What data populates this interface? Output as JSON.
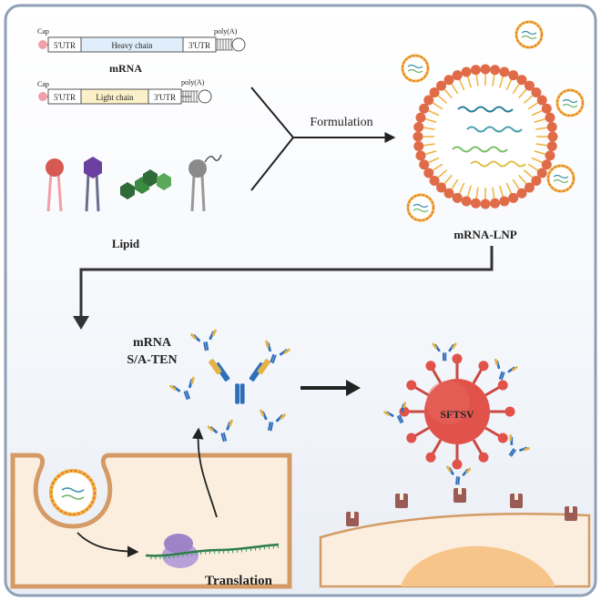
{
  "colors": {
    "frame": "#8fa0b5",
    "lipid_head": "#e06b48",
    "lipid_tail": "#f2b23a",
    "antibody_blue": "#2f6fba",
    "antibody_gold": "#e5b247",
    "virus": "#e0524a",
    "cell": "#fbeede",
    "nucleus": "#f7c58a",
    "receptor": "#9b5b55"
  },
  "constructs": [
    {
      "cap": "Cap",
      "utr5": "5'UTR",
      "chain": "Heavy chain",
      "utr3": "3'UTR",
      "polya": "poly(A)",
      "chain_color": "#dfeefa"
    },
    {
      "cap": "Cap",
      "utr5": "5'UTR",
      "chain": "Light chain",
      "utr3": "3'UTR",
      "polya": "poly(A)",
      "chain_color": "#fbf0c8"
    }
  ],
  "labels": {
    "mrna": "mRNA",
    "lipid": "Lipid",
    "formulation": "Formulation",
    "lnp": "mRNA-LNP",
    "product_line1": "mRNA",
    "product_line2": "S/A-TEN",
    "virus": "SFTSV",
    "translation": "Translation"
  },
  "icons": [
    "lipid-icon",
    "helper-lipid-icon",
    "cholesterol-icon",
    "peg-lipid-icon",
    "lnp-icon",
    "antibody-icon",
    "ribosome-icon",
    "virus-icon",
    "endosome-icon",
    "receptor-icon"
  ]
}
